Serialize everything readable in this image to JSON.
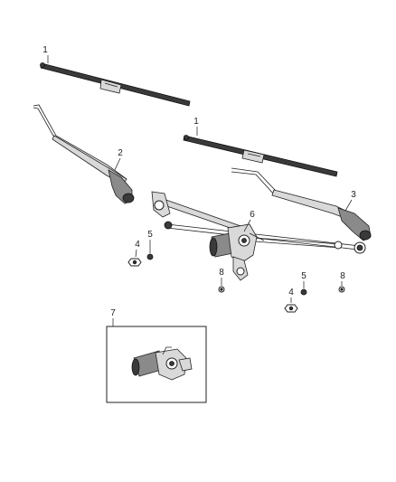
{
  "callouts": {
    "c1a": "1",
    "c1b": "1",
    "c2": "2",
    "c3": "3",
    "c4a": "4",
    "c4b": "4",
    "c5a": "5",
    "c5b": "5",
    "c6": "6",
    "c7": "7",
    "c8a": "8",
    "c8b": "8"
  }
}
